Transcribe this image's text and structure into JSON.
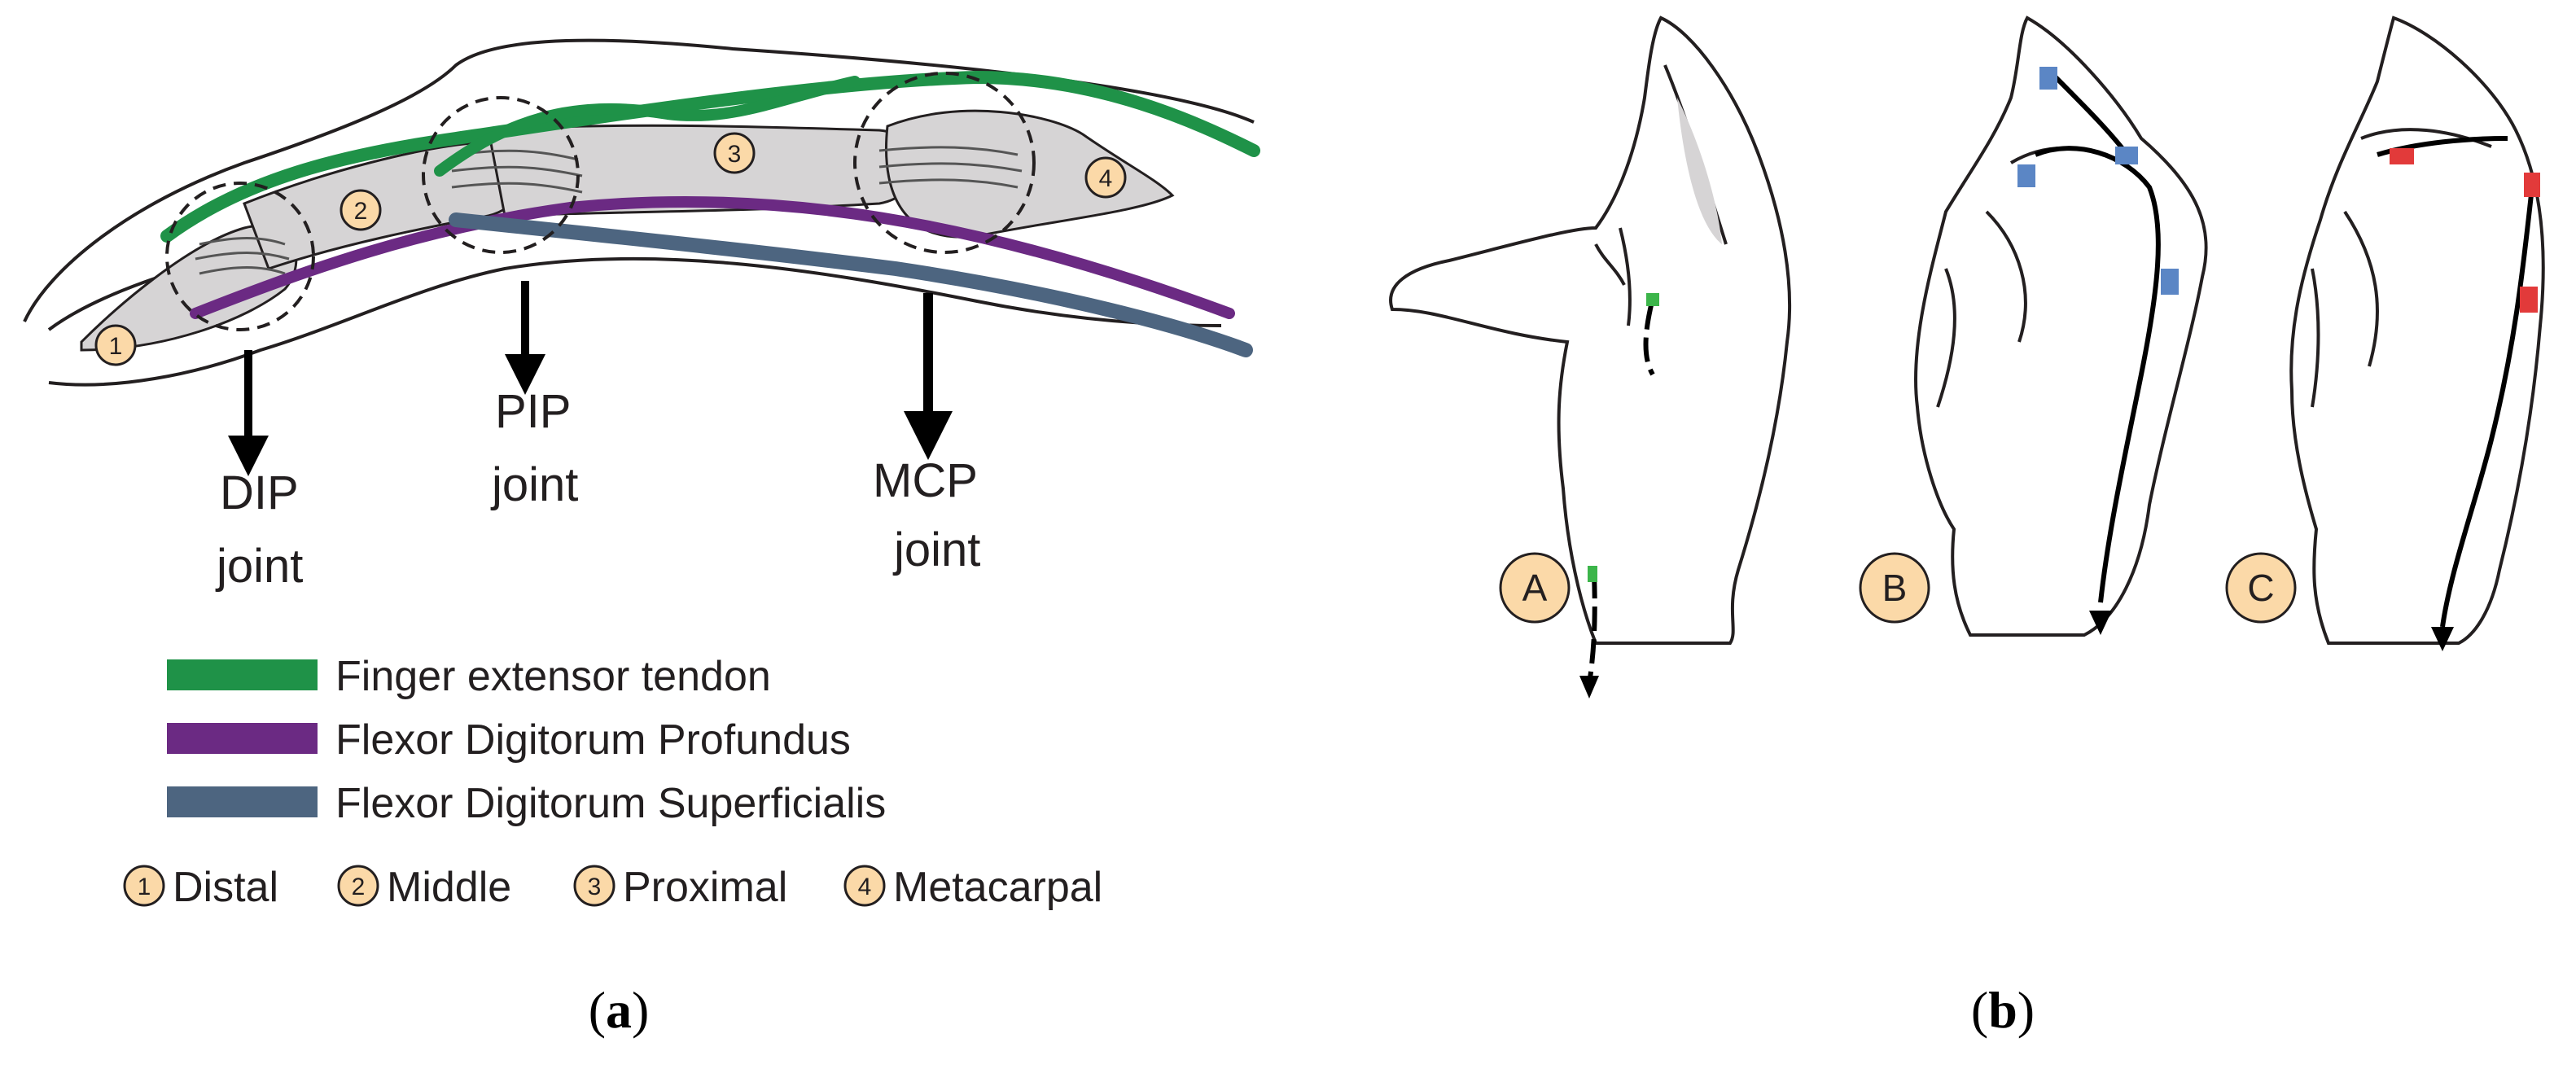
{
  "panel_a": {
    "bone_numbers": {
      "distal": "1",
      "middle": "2",
      "proximal": "3",
      "metacarpal": "4"
    },
    "joints": {
      "dip": {
        "line1": "DIP",
        "line2": "joint"
      },
      "pip": {
        "line1": "PIP",
        "line2": "joint"
      },
      "mcp": {
        "line1": "MCP",
        "line2": "joint"
      }
    },
    "legend": [
      {
        "label": "Finger extensor tendon",
        "color": "#1f9248"
      },
      {
        "label": "Flexor Digitorum Profundus",
        "color": "#6b2a83"
      },
      {
        "label": "Flexor Digitorum Superficialis",
        "color": "#4d6580"
      }
    ],
    "bones_legend": [
      {
        "num": "1",
        "label": "Distal"
      },
      {
        "num": "2",
        "label": "Middle"
      },
      {
        "num": "3",
        "label": "Proximal"
      },
      {
        "num": "4",
        "label": "Metacarpal"
      }
    ],
    "caption": {
      "open": "(",
      "letter": "a",
      "close": ")"
    }
  },
  "panel_b": {
    "hands": [
      {
        "letter": "A",
        "sensor_color": "#3cb54a"
      },
      {
        "letter": "B",
        "sensor_color": "#5b86c5"
      },
      {
        "letter": "C",
        "sensor_color": "#e23a3a"
      }
    ],
    "caption": {
      "open": "(",
      "letter": "b",
      "close": ")"
    }
  },
  "colors": {
    "marker_fill": "#fbd9a8",
    "bone_gray": "#d6d4d5",
    "outline": "#231f20"
  }
}
